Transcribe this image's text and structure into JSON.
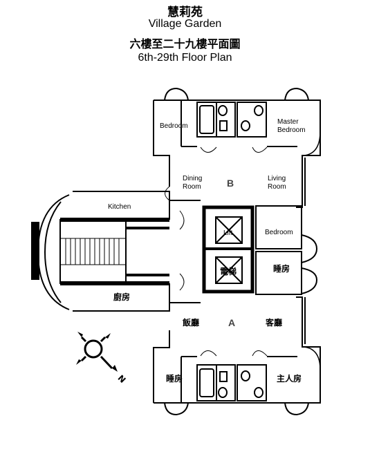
{
  "title": {
    "name_zh": "慧莉苑",
    "name_en": "Village Garden",
    "floors_zh": "六樓至二十九樓平面圖",
    "floors_en": "6th-29th Floor Plan"
  },
  "unit_b": {
    "letter": "B",
    "rooms": {
      "bedroom": "Bedroom",
      "master_line1": "Master",
      "master_line2": "Bedroom",
      "dining_line1": "Dining",
      "dining_line2": "Room",
      "living_line1": "Living",
      "living_line2": "Room",
      "kitchen": "Kitchen",
      "bedroom_small": "Bedroom"
    }
  },
  "unit_a": {
    "letter": "A",
    "rooms": {
      "kitchen": "廚房",
      "dining": "飯廳",
      "living": "客廳",
      "bedroom_small": "睡房",
      "bedroom": "睡房",
      "master": "主人房"
    }
  },
  "core": {
    "lift": "Lift",
    "lift_zh": "電梯"
  },
  "compass": {
    "north": "N"
  }
}
